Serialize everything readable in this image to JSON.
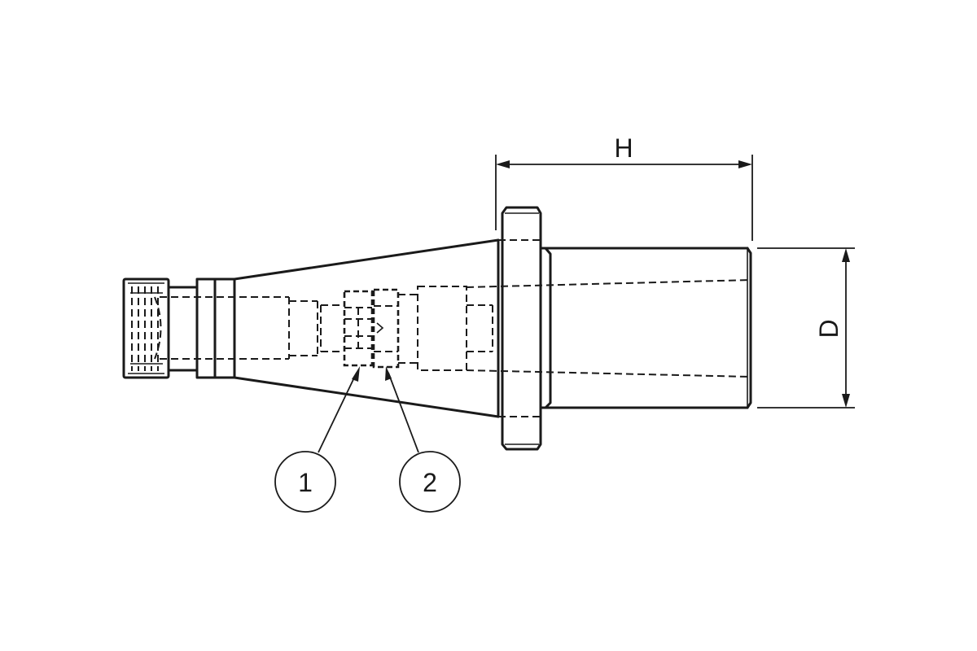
{
  "dimensions": {
    "height_label": "H",
    "diameter_label": "D"
  },
  "callouts": [
    {
      "id": "1",
      "label": "1"
    },
    {
      "id": "2",
      "label": "2"
    }
  ],
  "colors": {
    "line": "#1a1a1a",
    "background": "#ffffff"
  }
}
